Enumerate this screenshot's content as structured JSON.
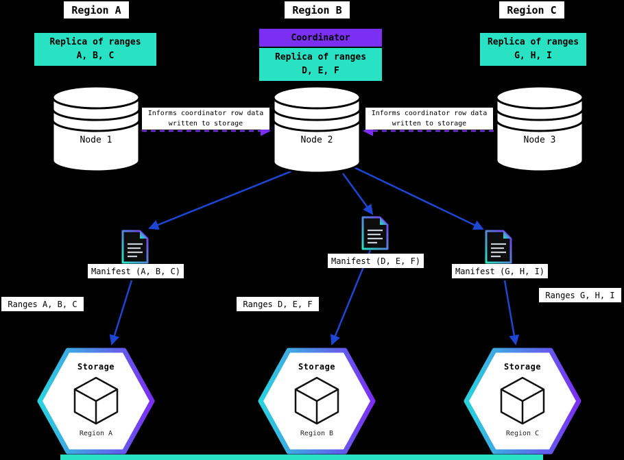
{
  "coordinator": {
    "label": "Coordinator"
  },
  "informs": {
    "left": "Informs coordinator row data\nwritten to storage",
    "right": "Informs coordinator row data\nwritten to storage"
  },
  "regions": [
    {
      "title": "Region A",
      "replica": "Replica of ranges\nA, B, C",
      "node": "Node 1",
      "manifest": "Manifest (A, B, C)",
      "ranges": "Ranges A, B, C",
      "storage_title": "Storage",
      "storage_region": "Region A"
    },
    {
      "title": "Region B",
      "replica": "Replica of ranges\nD, E, F",
      "node": "Node 2",
      "manifest": "Manifest (D, E, F)",
      "ranges": "Ranges D, E, F",
      "storage_title": "Storage",
      "storage_region": "Region B"
    },
    {
      "title": "Region C",
      "replica": "Replica of ranges\nG, H, I",
      "node": "Node 3",
      "manifest": "Manifest (G, H, I)",
      "ranges": "Ranges G, H, I",
      "storage_title": "Storage",
      "storage_region": "Region C"
    }
  ],
  "icons": {
    "database-icon": "cylinder",
    "manifest-file-icon": "document-with-folded-corner",
    "cube-icon": "isometric-cube-outline",
    "storage-hexagon": "hexagon-with-gradient-border"
  },
  "colors": {
    "background": "#000000",
    "cyan": "#29e2c4",
    "purple": "#7b2ff2",
    "blue": "#1e46d4",
    "box_bg": "#ffffff",
    "text": "#000000"
  }
}
